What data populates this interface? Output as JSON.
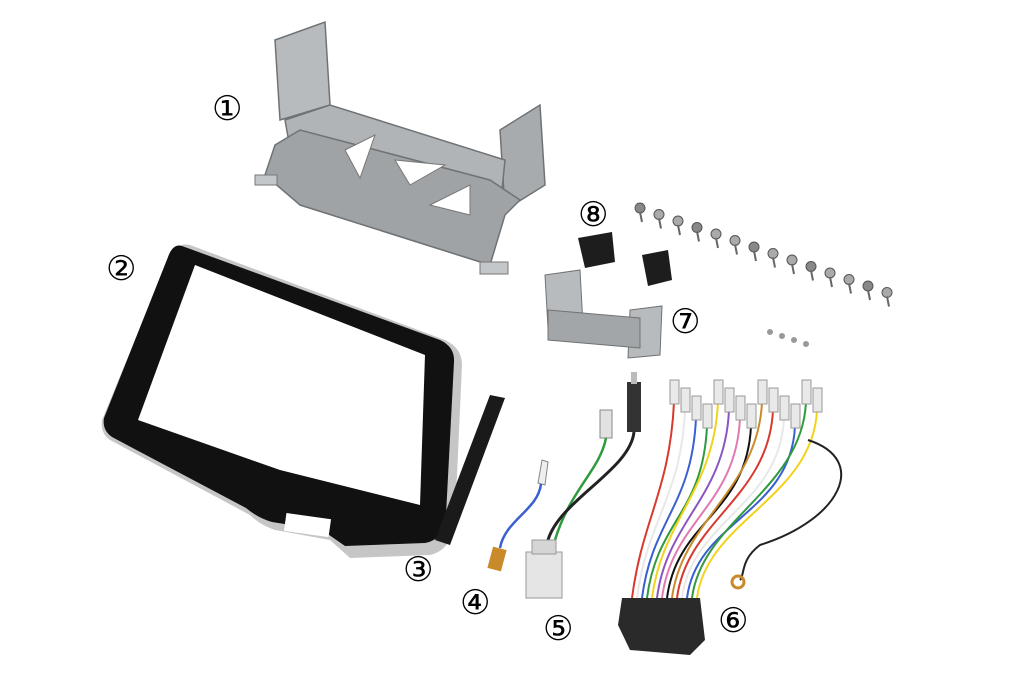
{
  "parts": [
    {
      "id": "bracket",
      "label": "①"
    },
    {
      "id": "panel",
      "label": "②"
    },
    {
      "id": "tube",
      "label": "③"
    },
    {
      "id": "ground-wire",
      "label": "④"
    },
    {
      "id": "antenna-cable",
      "label": "⑤"
    },
    {
      "id": "wire-harness",
      "label": "⑥"
    },
    {
      "id": "small-bracket",
      "label": "⑦"
    },
    {
      "id": "clips",
      "label": "⑧"
    }
  ],
  "colors": {
    "metal": "#a9adaf",
    "metal_dark": "#7d8184",
    "panel": "#111111",
    "panel_edge": "#c9c9c9",
    "wire_colors": [
      "#d9382e",
      "#e8e8e8",
      "#3a5fcf",
      "#2f9a3e",
      "#f2d21a",
      "#8b55c4",
      "#e07ab0",
      "#111111",
      "#c98a2a"
    ]
  }
}
